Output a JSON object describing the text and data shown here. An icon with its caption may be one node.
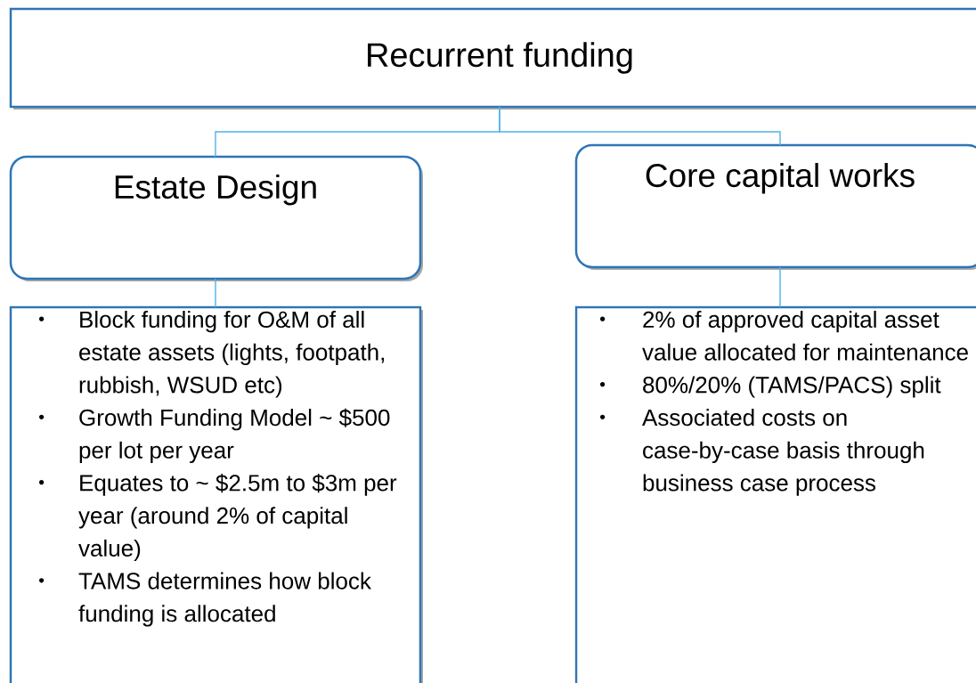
{
  "diagram": {
    "nodes": [
      {
        "text": [
          "Recurrent funding"
        ]
      },
      {
        "text": [
          "Estate Design"
        ]
      },
      {
        "text": [
          "Core capital works"
        ]
      },
      {
        "text": [
          "Block funding for O&M of all estate assets (lights, footpath, rubbish, WSUD etc)",
          "Growth Funding Model ~ $500 per lot per year",
          "Equates to ~ $2.5m to $3m per year (around 2% of capital value)",
          "TAMS determines how block funding is allocated"
        ]
      },
      {
        "text": [
          "2% of approved capital asset value allocated for maintenance",
          "80%/20% (TAMS/PACS) split",
          "Associated costs on case-by-case basis through business case process"
        ]
      }
    ],
    "edges": [
      {
        "from": 0,
        "to": 1,
        "arrow": "none"
      },
      {
        "from": 0,
        "to": 2,
        "arrow": "none"
      },
      {
        "from": 1,
        "to": 3,
        "arrow": "none"
      },
      {
        "from": 2,
        "to": 4,
        "arrow": "none"
      }
    ]
  }
}
